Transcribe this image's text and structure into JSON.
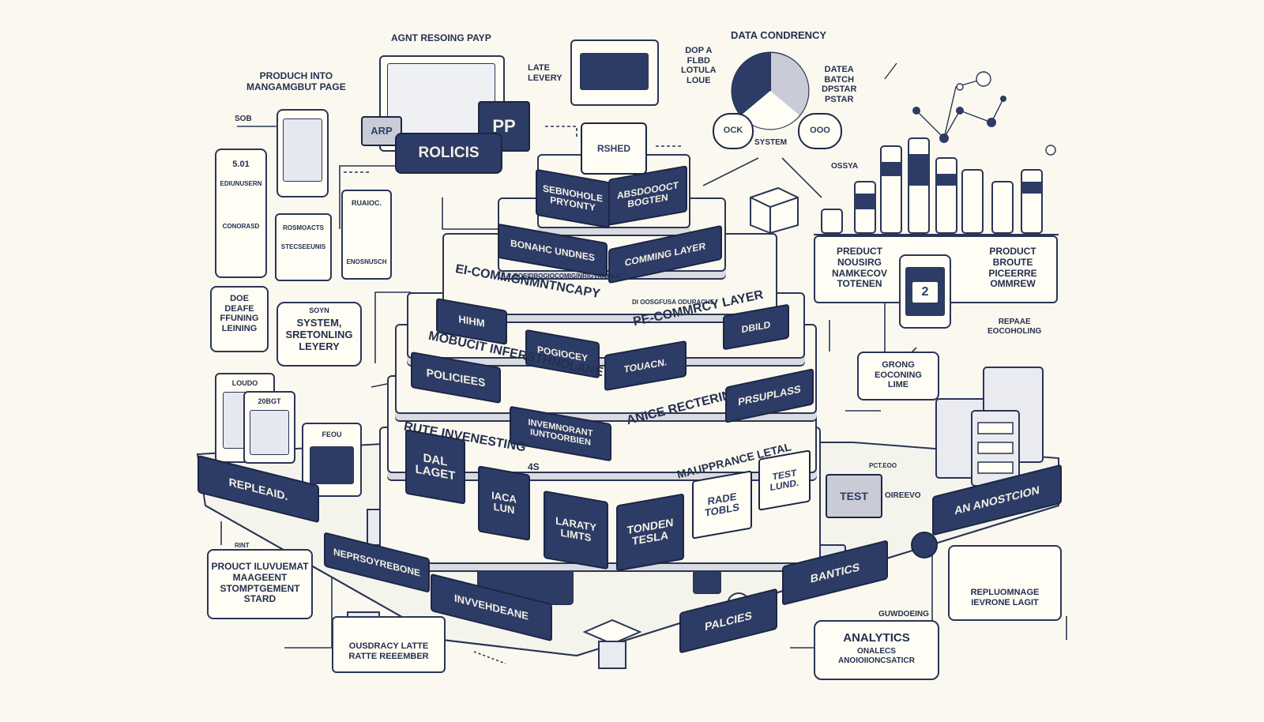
{
  "labels": {
    "agent_resoning": "AGNT RESOING PAYP",
    "data_condency": "DATA CONDRENCY",
    "late_levery": "LATE\nLEVERY",
    "product_into": "PRODUCH INTO\nMANGAMGBUT PAGE",
    "sob": "SOB",
    "rolicis": "ROLICIS",
    "pp": "PP",
    "arp": "ARP",
    "rshed": "RSHED",
    "dop_a_flbd": "DOP A\nFLBD\nLOTULA\nLOUE",
    "datea_batch": "DATEA\nBATCH\nDPSTAR\nPSTAR",
    "ock": "OCK",
    "ooo": "OOO",
    "system_gauge": "SYSTEM",
    "oss": "OSSYA",
    "card_number": "5.01",
    "card_ediunusern": "EDIUNUSERN",
    "card_conorasd": "CONORASD",
    "ruaioc": "RUAIOC.",
    "rosmoacts": "ROSMOACTS",
    "stecseeunis": "STECSEEUNIS",
    "enosnusch": "ENOSNUSCH",
    "doe_deafe": "DOE\nDEAFE\nFFUNING\nLEINING",
    "syon": "SOYN",
    "system_sretonling": "SYSTEM,\nSRETONLING\nLEYERY",
    "product_nousirg": "PREDUCT\nNOUSIRG\nNAMKECOV\nTOTENEN",
    "product_broute": "PRODUCT\nBROUTE\nPICEERRE\nOMMREW",
    "repaae": "REPAAE\nEOCOHOLING",
    "grong": "GRONG\nEOCONING\nLIME",
    "product_iluvuemat": "PROUCT ILUVUEMAT\nMAAGEENT\nSTOMPTGEMENT\nSTARD",
    "rint": "RINT",
    "ousdracy": "OUSDRACY LATTE\nRATTE REEEMBER",
    "analytics": "ANALYTICS",
    "analytics_sub": "ONALECS\nANOIOIIONCSATICR",
    "guwdoeing": "GUWDOEING",
    "repluomnage": "REPLUOMNAGE\nIEVRONE LAGIT",
    "loudo": "LOUDO",
    "20bgt": "20BGT",
    "feou": "FEOU",
    "test_device": "TEST",
    "oreevo": "OIREEVO",
    "pct": "PCT.EOO",
    "num_2": "2"
  },
  "pyramid": {
    "top_left": "SEBNOHOLE\nPRYONTY",
    "top_right": "ABSDOOOCT\nBOGTEN",
    "t2_left": "BONAHC UNDNES",
    "t2_right": "COMMING LAYER",
    "t3_front": "EI-COMMGNMNTNCAPY",
    "t3_sub": "BOSIDBOGIOCOMIGINRIGVAIONUR",
    "t3_right": "PE-COMMRCY LAYER",
    "t3_sub2": "DI OOSGFUSA ODURACHE",
    "t4_a": "HIHM",
    "t4_b": "POGIOCEY",
    "t4_c": "TOUACN.",
    "t4_d": "DBILD",
    "t5_front": "MOBUCIT INFERSTHNDLANE",
    "t5_right": "ANICE RECTERING SYTOMACY",
    "t5_a": "POLICIEES",
    "t5_b": "INVEMNORANT IUNTOORBIEN",
    "t5_c": "PRSUPLASS",
    "t6_front": "RUTE INVENESTING",
    "t6_num": "4S",
    "t6_right": "MAUPPRANCE LETAL",
    "t7_a": "DAL\nLAGET",
    "t7_b": "IACA\nLUN",
    "t7_c": "LARATY\nLIMTS",
    "t7_d": "TONDEN\nTESLA",
    "t7_e": "RADE\nTOBLS",
    "t7_f": "TEST\nLUND.",
    "base_left1": "REPLEAID.",
    "base_left2": "NEPRSOYREBONE",
    "base_left3": "INVVEHDEANE",
    "base_right1": "BANTICS",
    "base_right2": "PALCIES",
    "base_right3": "AN ANOSTCION"
  },
  "colors": {
    "navy": "#2d3c66",
    "ink": "#24304f",
    "paper": "#fbf9ef"
  },
  "icons": [
    "lock-icon",
    "gauge-chart-icon",
    "server-rack-icon",
    "tablet-icon",
    "home-icon",
    "cube-icon",
    "network-icon"
  ]
}
